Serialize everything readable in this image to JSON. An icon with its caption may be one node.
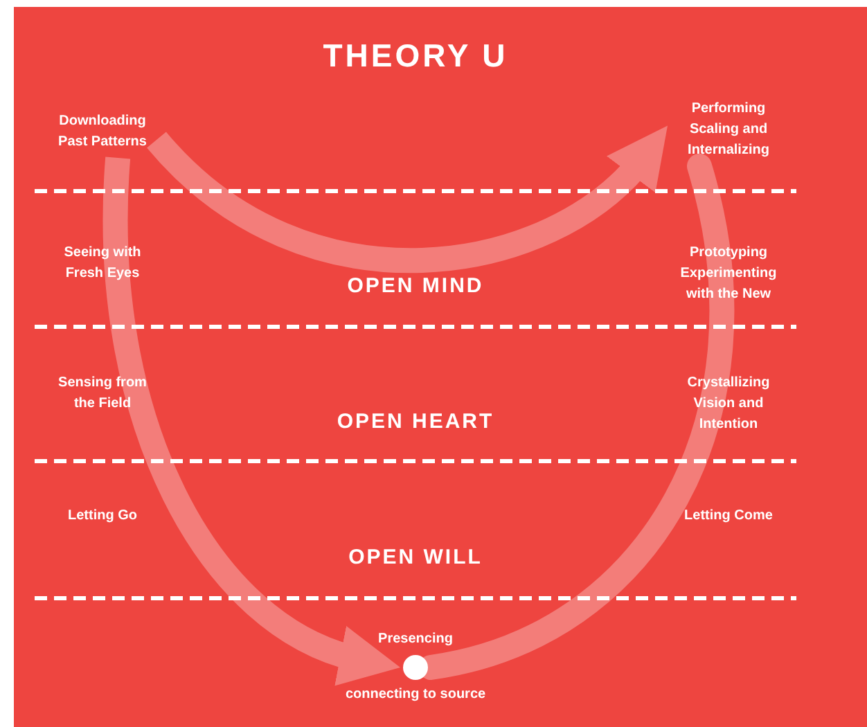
{
  "diagram": {
    "title": "THEORY U",
    "nodes": [
      {
        "text": [
          "Downloading Past Patterns"
        ]
      },
      {
        "text": [
          "Performing Scaling and Internalizing"
        ]
      },
      {
        "text": [],
        "shape": "circle",
        "beside": [
          "Presencing",
          "connecting to source"
        ]
      }
    ],
    "edges": [
      {
        "from": 0,
        "to": 2,
        "arrow": "to"
      },
      {
        "from": 2,
        "to": 1,
        "arrow": "none"
      },
      {
        "from": 0,
        "to": 1,
        "arrow": "to"
      }
    ],
    "labels": [
      "Seeing with Fresh Eyes",
      "Prototyping Experimenting with the New",
      "OPEN MIND",
      "Sensing from the Field",
      "Crystallizing Vision and Intention",
      "OPEN HEART",
      "Letting Go",
      "Letting Come",
      "OPEN WILL"
    ]
  }
}
